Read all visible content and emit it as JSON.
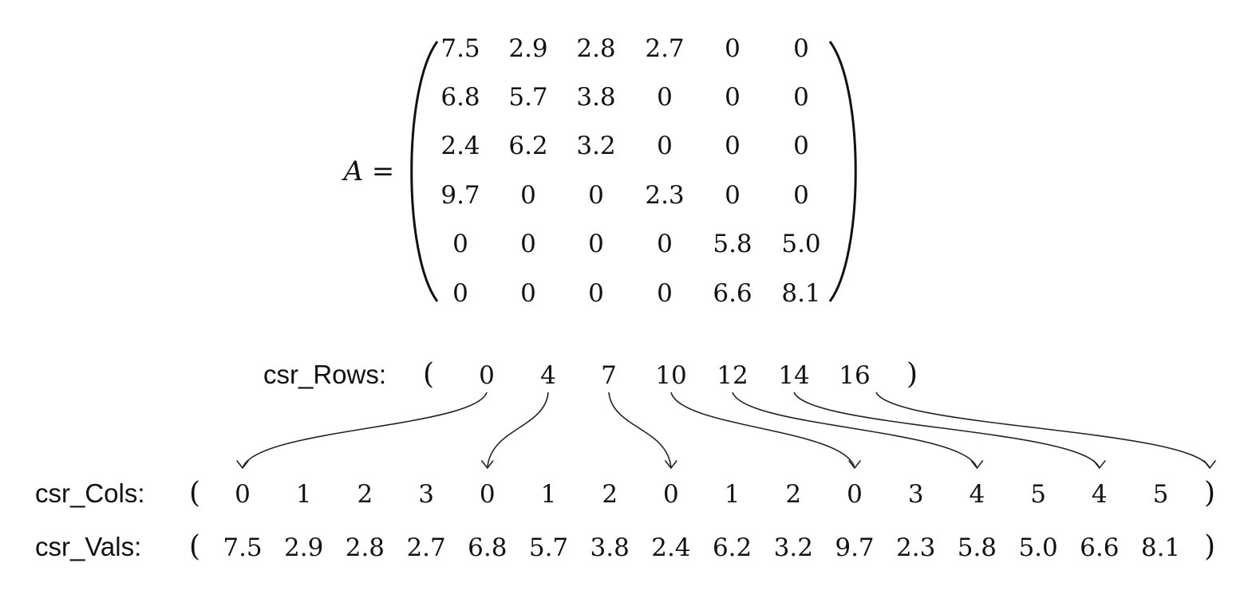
{
  "matrix": {
    "name": "A",
    "equals": "=",
    "rows": [
      [
        "7.5",
        "2.9",
        "2.8",
        "2.7",
        "0",
        "0"
      ],
      [
        "6.8",
        "5.7",
        "3.8",
        "0",
        "0",
        "0"
      ],
      [
        "2.4",
        "6.2",
        "3.2",
        "0",
        "0",
        "0"
      ],
      [
        "9.7",
        "0",
        "0",
        "2.3",
        "0",
        "0"
      ],
      [
        "0",
        "0",
        "0",
        "0",
        "5.8",
        "5.0"
      ],
      [
        "0",
        "0",
        "0",
        "0",
        "6.6",
        "8.1"
      ]
    ]
  },
  "csr_rows": {
    "label": "csr_Rows:",
    "open": "(",
    "close": ")",
    "values": [
      "0",
      "4",
      "7",
      "10",
      "12",
      "14",
      "16"
    ]
  },
  "csr_cols": {
    "label": "csr_Cols:",
    "open": "(",
    "close": ")",
    "values": [
      "0",
      "1",
      "2",
      "3",
      "0",
      "1",
      "2",
      "0",
      "1",
      "2",
      "0",
      "3",
      "4",
      "5",
      "4",
      "5"
    ]
  },
  "csr_vals": {
    "label": "csr_Vals:",
    "open": "(",
    "close": ")",
    "values": [
      "7.5",
      "2.9",
      "2.8",
      "2.7",
      "6.8",
      "5.7",
      "3.8",
      "2.4",
      "6.2",
      "3.2",
      "9.7",
      "2.3",
      "5.8",
      "5.0",
      "6.6",
      "8.1"
    ]
  }
}
